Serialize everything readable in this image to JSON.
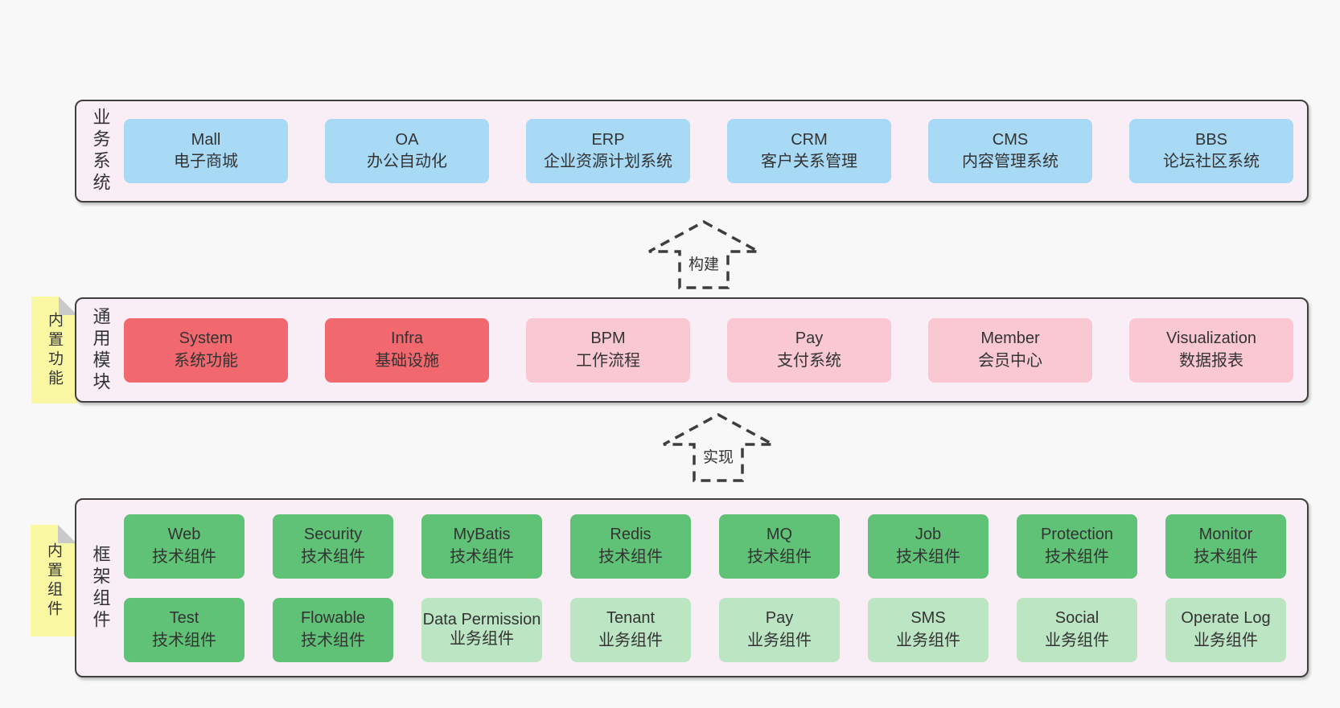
{
  "page": {
    "background": "#f8f8f8"
  },
  "colors": {
    "panel_background": "#f9edf6",
    "panel_border": "#3f3f3f",
    "business_box": "#a8daf5",
    "core_module_box": "#f1686e",
    "optional_module_box": "#f9c8d3",
    "tech_component_box": "#60c276",
    "biz_component_box": "#bce5c3",
    "sticky_note": "#faf8a3",
    "note_fold": "#c9c9c9",
    "text": "#333333"
  },
  "arrows": {
    "build_label": "构建",
    "implement_label": "实现"
  },
  "notes": {
    "builtin_features": "内置功能",
    "builtin_components": "内置组件"
  },
  "sections": {
    "business": {
      "label": "业务系统",
      "items": [
        {
          "en": "Mall",
          "cn": "电子商城"
        },
        {
          "en": "OA",
          "cn": "办公自动化"
        },
        {
          "en": "ERP",
          "cn": "企业资源计划系统"
        },
        {
          "en": "CRM",
          "cn": "客户关系管理"
        },
        {
          "en": "CMS",
          "cn": "内容管理系统"
        },
        {
          "en": "BBS",
          "cn": "论坛社区系统"
        }
      ]
    },
    "modules": {
      "label": "通用模块",
      "items": [
        {
          "en": "System",
          "cn": "系统功能",
          "variant": "red"
        },
        {
          "en": "Infra",
          "cn": "基础设施",
          "variant": "red"
        },
        {
          "en": "BPM",
          "cn": "工作流程",
          "variant": "pink"
        },
        {
          "en": "Pay",
          "cn": "支付系统",
          "variant": "pink"
        },
        {
          "en": "Member",
          "cn": "会员中心",
          "variant": "pink"
        },
        {
          "en": "Visualization",
          "cn": "数据报表",
          "variant": "pink"
        }
      ]
    },
    "framework": {
      "label": "框架组件",
      "row1": [
        {
          "en": "Web",
          "cn": "技术组件",
          "variant": "green"
        },
        {
          "en": "Security",
          "cn": "技术组件",
          "variant": "green"
        },
        {
          "en": "MyBatis",
          "cn": "技术组件",
          "variant": "green"
        },
        {
          "en": "Redis",
          "cn": "技术组件",
          "variant": "green"
        },
        {
          "en": "MQ",
          "cn": "技术组件",
          "variant": "green"
        },
        {
          "en": "Job",
          "cn": "技术组件",
          "variant": "green"
        },
        {
          "en": "Protection",
          "cn": "技术组件",
          "variant": "green"
        },
        {
          "en": "Monitor",
          "cn": "技术组件",
          "variant": "green"
        }
      ],
      "row2": [
        {
          "en": "Test",
          "cn": "技术组件",
          "variant": "green"
        },
        {
          "en": "Flowable",
          "cn": "技术组件",
          "variant": "green"
        },
        {
          "en": "Data Permission",
          "cn": "业务组件",
          "variant": "lgreen"
        },
        {
          "en": "Tenant",
          "cn": "业务组件",
          "variant": "lgreen"
        },
        {
          "en": "Pay",
          "cn": "业务组件",
          "variant": "lgreen"
        },
        {
          "en": "SMS",
          "cn": "业务组件",
          "variant": "lgreen"
        },
        {
          "en": "Social",
          "cn": "业务组件",
          "variant": "lgreen"
        },
        {
          "en": "Operate Log",
          "cn": "业务组件",
          "variant": "lgreen"
        }
      ]
    }
  }
}
